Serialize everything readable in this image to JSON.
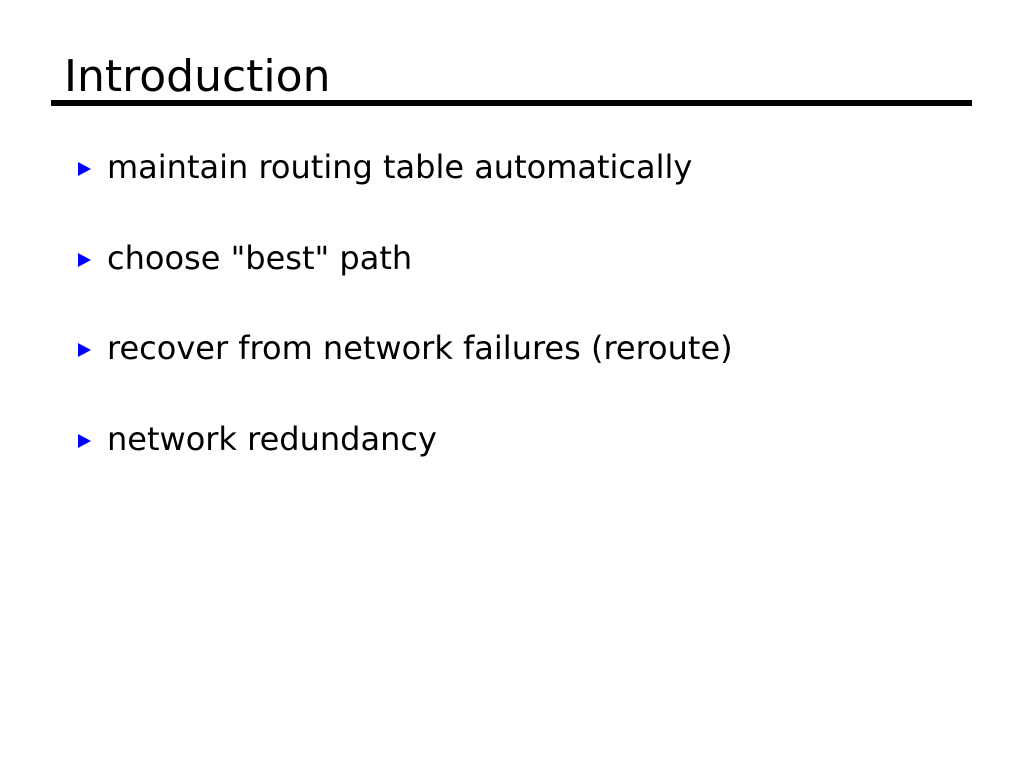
{
  "slide": {
    "title": "Introduction",
    "background_color": "#ffffff",
    "title_color": "#000000",
    "rule_color": "#000000",
    "bullet_marker_color": "#0000ff",
    "bullet_marker_icon": "triangle-right-icon",
    "bullets": [
      {
        "text": "maintain routing table automatically"
      },
      {
        "text": "choose \"best\" path"
      },
      {
        "text": "recover from network failures (reroute)"
      },
      {
        "text": "network redundancy"
      }
    ]
  }
}
